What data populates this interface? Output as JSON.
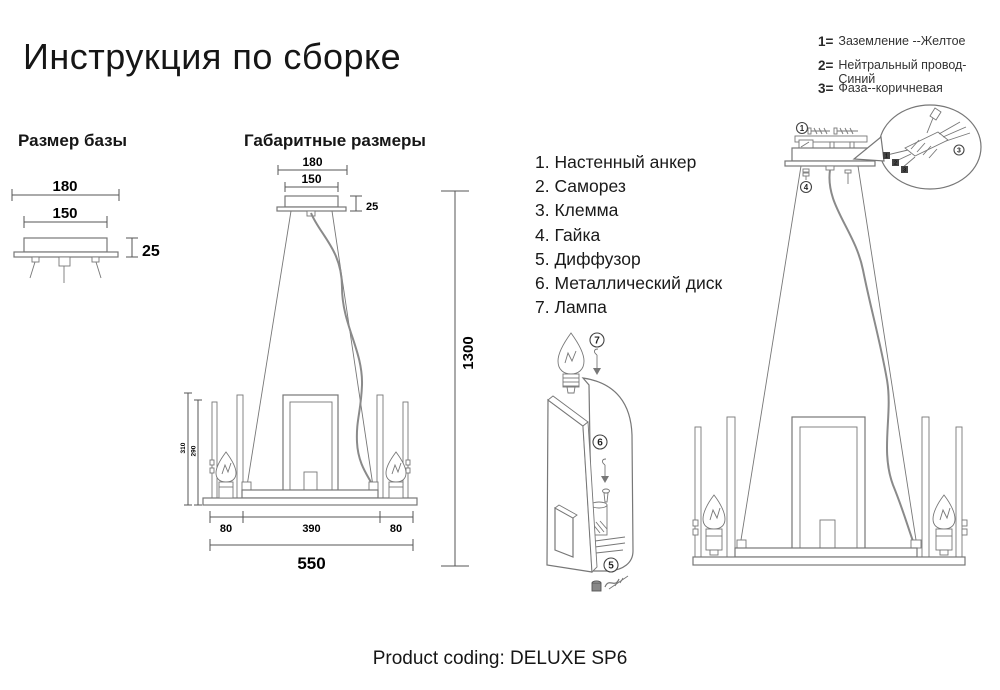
{
  "title": "Инструкция по сборке",
  "footer": {
    "product_coding": "Product coding: DELUXE SP6"
  },
  "wire_legend": [
    {
      "num": "1=",
      "label": "Заземление --Желтое"
    },
    {
      "num": "2=",
      "label": "Нейтральный провод- Синий"
    },
    {
      "num": "3=",
      "label": "Фаза--коричневая"
    }
  ],
  "parts_list": [
    "1. Настенный анкер",
    "2. Саморез",
    "3. Клемма",
    "4. Гайка",
    "5. Диффузор",
    "6. Металлический диск",
    "7. Лампа"
  ],
  "base_size_diagram": {
    "heading": "Размер базы",
    "dim_outer": "180",
    "dim_inner": "150",
    "dim_height": "25"
  },
  "overall_diagram": {
    "heading": "Габаритные размеры",
    "dim_canopy_outer": "180",
    "dim_canopy_inner": "150",
    "dim_canopy_height": "25",
    "dim_drop": "1300",
    "dim_seg_left": "80",
    "dim_seg_center": "390",
    "dim_seg_right": "80",
    "dim_total": "550",
    "dim_glass_outer": "310",
    "dim_glass_inner": "290"
  },
  "assembly_diagram": {
    "callout_anchor": "1",
    "callout_nut": "4",
    "callout_terminal": "3",
    "terminal_squares": [
      "1",
      "2",
      "3"
    ]
  },
  "exploded_diagram": {
    "callout_lamp": "7",
    "callout_disk": "6",
    "callout_diffuser": "5"
  }
}
